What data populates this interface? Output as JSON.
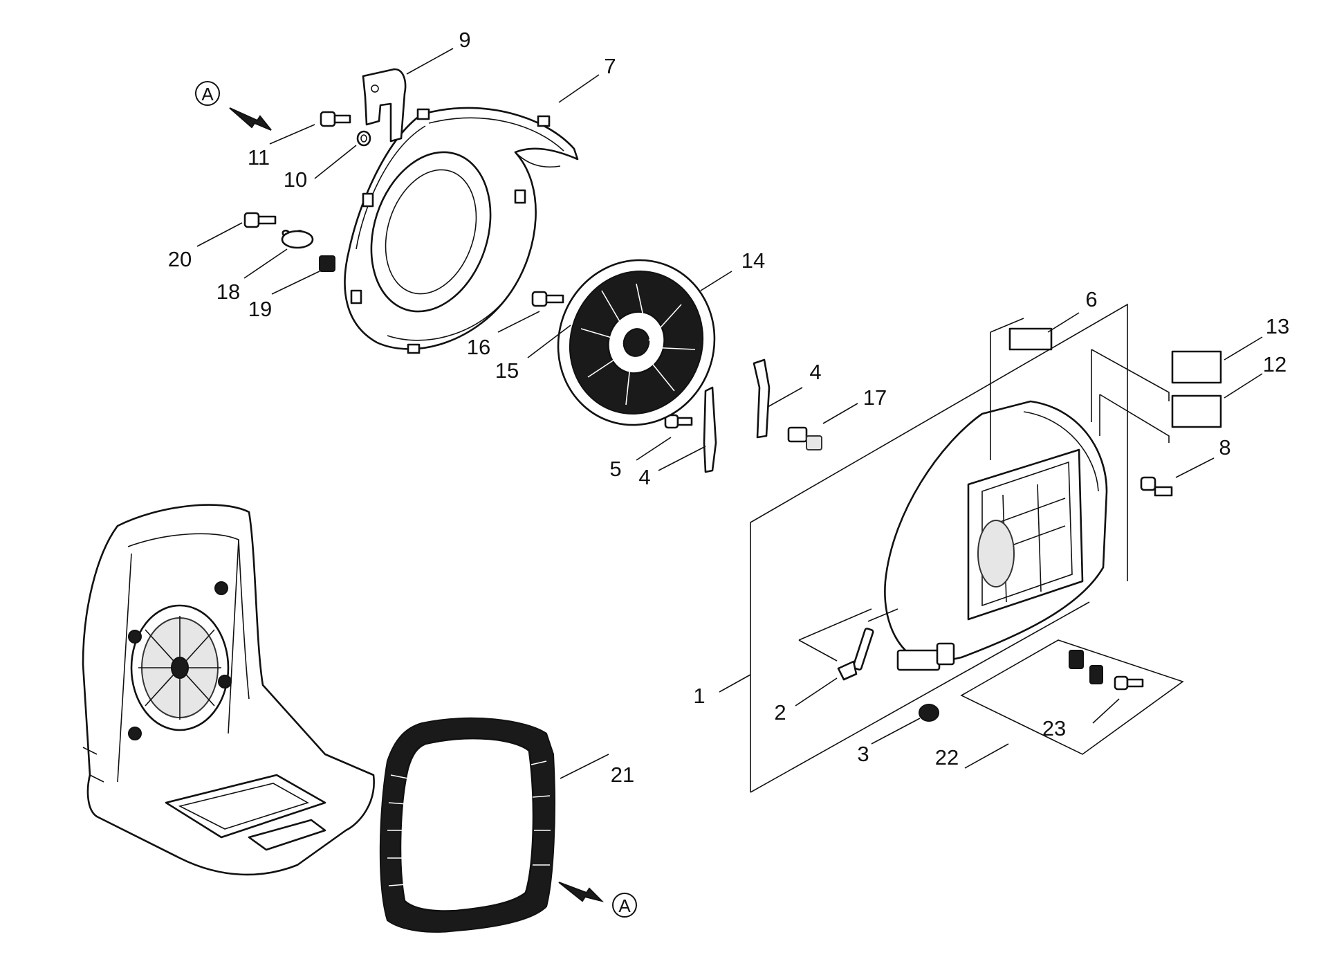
{
  "diagram": {
    "callouts": [
      {
        "id": "9",
        "text": "9"
      },
      {
        "id": "7",
        "text": "7"
      },
      {
        "id": "11",
        "text": "11"
      },
      {
        "id": "10",
        "text": "10"
      },
      {
        "id": "20",
        "text": "20"
      },
      {
        "id": "18",
        "text": "18"
      },
      {
        "id": "19",
        "text": "19"
      },
      {
        "id": "14",
        "text": "14"
      },
      {
        "id": "16",
        "text": "16"
      },
      {
        "id": "15",
        "text": "15"
      },
      {
        "id": "6",
        "text": "6"
      },
      {
        "id": "13",
        "text": "13"
      },
      {
        "id": "12",
        "text": "12"
      },
      {
        "id": "4a",
        "text": "4"
      },
      {
        "id": "17",
        "text": "17"
      },
      {
        "id": "8",
        "text": "8"
      },
      {
        "id": "5",
        "text": "5"
      },
      {
        "id": "4b",
        "text": "4"
      },
      {
        "id": "1",
        "text": "1"
      },
      {
        "id": "2",
        "text": "2"
      },
      {
        "id": "23",
        "text": "23"
      },
      {
        "id": "3",
        "text": "3"
      },
      {
        "id": "22",
        "text": "22"
      },
      {
        "id": "21",
        "text": "21"
      }
    ],
    "view_markers": [
      {
        "id": "top",
        "text": "A"
      },
      {
        "id": "bottom",
        "text": "A"
      }
    ]
  }
}
